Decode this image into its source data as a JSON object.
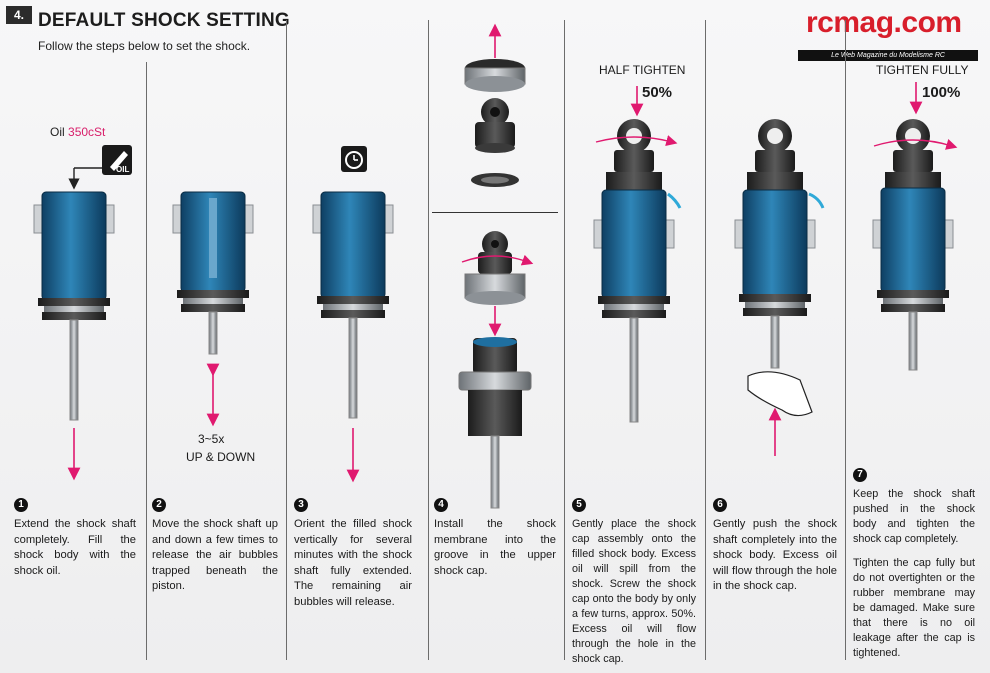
{
  "section": {
    "number": "4."
  },
  "header": {
    "title": "DEFAULT SHOCK SETTING",
    "subtitle": "Follow the steps below to set the shock."
  },
  "logo": {
    "main": "rcmag.com",
    "tagline": "Le Web Magazine du Modelisme RC"
  },
  "icons": {
    "oil": "oil-bottle-icon",
    "timer": "alarm-clock-icon",
    "finger": "finger-icon"
  },
  "colors": {
    "accent_arrow": "#e0196f",
    "oil_blue": "#1f6fa0",
    "dark_metal": "#2a2a2a"
  },
  "labels": {
    "oil_prefix": "Oil",
    "oil_value": "350cSt",
    "oil_bottle_text": "OIL",
    "updown_count": "3~5x",
    "updown_text": "UP & DOWN",
    "half_tighten": "HALF TIGHTEN",
    "half_pct": "50%",
    "tighten_fully": "TIGHTEN FULLY",
    "full_pct": "100%"
  },
  "steps": [
    {
      "num": "1",
      "text": "Extend the shock shaft completely. Fill the shock body with the shock oil."
    },
    {
      "num": "2",
      "text": "Move the shock shaft up and down a few times to release the air bubbles trapped beneath the piston."
    },
    {
      "num": "3",
      "text": "Orient the filled shock vertically for several minutes with the shock shaft fully extended. The remaining air bubbles will release."
    },
    {
      "num": "4",
      "text": "Install the shock membrane into the groove in the upper shock cap."
    },
    {
      "num": "5",
      "text": "Gently place the shock cap assembly onto the filled shock body. Excess oil will spill from the shock. Screw the shock cap onto the body by only a few turns, approx. 50%. Excess oil will flow through the hole in the shock cap."
    },
    {
      "num": "6",
      "text": "Gently push the shock shaft completely into the shock body. Excess oil will flow through the hole in the shock cap."
    },
    {
      "num": "7",
      "text": "Keep the shock shaft pushed in the shock body and tighten the shock cap completely.",
      "text2": "Tighten the cap fully but do not overtighten or the rubber membrane may be damaged. Make sure that there is no oil leakage after the cap is tightened."
    }
  ]
}
